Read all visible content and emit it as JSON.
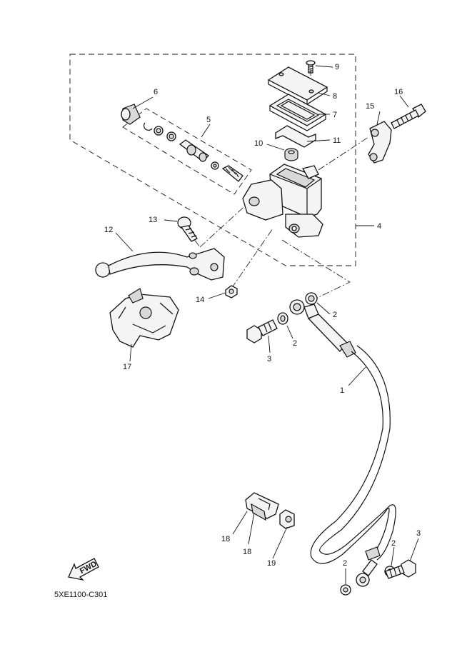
{
  "labels": {
    "p1": "1",
    "p2a": "2",
    "p2b": "2",
    "p2c": "2",
    "p2d": "2",
    "p3a": "3",
    "p3b": "3",
    "p4": "4",
    "p5": "5",
    "p6": "6",
    "p7": "7",
    "p8": "8",
    "p9": "9",
    "p10": "10",
    "p11": "11",
    "p12": "12",
    "p13": "13",
    "p14": "14",
    "p15": "15",
    "p16": "16",
    "p17": "17",
    "p18a": "18",
    "p18b": "18",
    "p19": "19"
  },
  "fwd_badge": "FWD",
  "diagram_code": "5XE1100-C301"
}
